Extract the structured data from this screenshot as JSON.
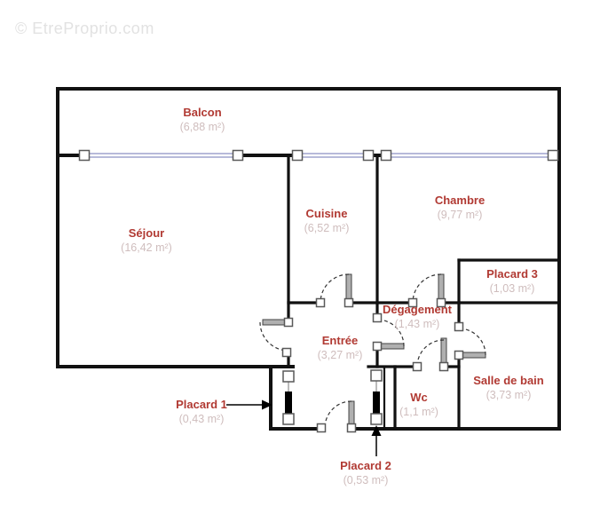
{
  "watermark": "© EtreProprio.com",
  "colors": {
    "background": "#ffffff",
    "wall": "#111111",
    "room_name": "#b13a33",
    "room_area": "#cfbdbd",
    "window": "#9fa3cd",
    "door": "#b0b0b0",
    "watermark": "#e2e2e2"
  },
  "floorplan": {
    "rooms": [
      {
        "name": "Balcon",
        "area": "(6,88 m²)"
      },
      {
        "name": "Séjour",
        "area": "(16,42 m²)"
      },
      {
        "name": "Cuisine",
        "area": "(6,52 m²)"
      },
      {
        "name": "Chambre",
        "area": "(9,77 m²)"
      },
      {
        "name": "Placard 3",
        "area": "(1,03 m²)"
      },
      {
        "name": "Dégagement",
        "area": "(1,43 m²)"
      },
      {
        "name": "Entrée",
        "area": "(3,27 m²)"
      },
      {
        "name": "Wc",
        "area": "(1,1 m²)"
      },
      {
        "name": "Salle de bain",
        "area": "(3,73 m²)"
      },
      {
        "name": "Placard 1",
        "area": "(0,43 m²)"
      },
      {
        "name": "Placard 2",
        "area": "(0,53 m²)"
      }
    ]
  }
}
